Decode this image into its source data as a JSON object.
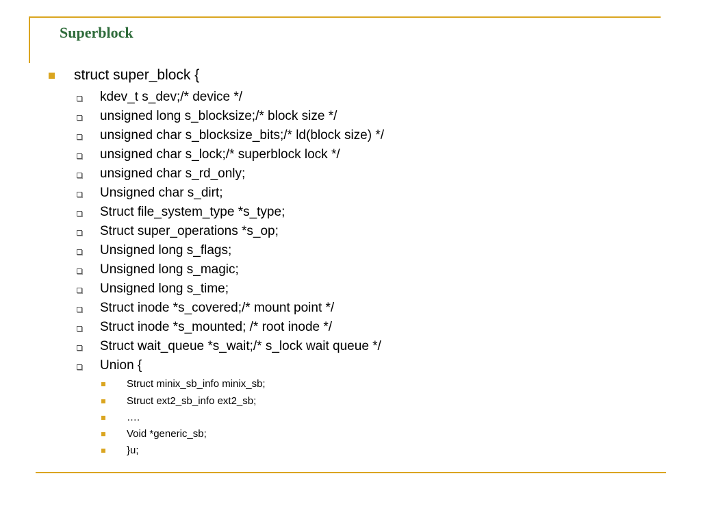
{
  "slide": {
    "title": "Superblock",
    "accent_color": "#DAA520",
    "title_color": "#2E6B3A",
    "items": [
      {
        "level": 1,
        "text": "struct super_block {"
      },
      {
        "level": 2,
        "text": "kdev_t s_dev;/* device */"
      },
      {
        "level": 2,
        "text": "unsigned long s_blocksize;/* block size */"
      },
      {
        "level": 2,
        "text": "unsigned char s_blocksize_bits;/* ld(block size) */"
      },
      {
        "level": 2,
        "text": "unsigned char s_lock;/* superblock lock */"
      },
      {
        "level": 2,
        "text": "unsigned char s_rd_only;"
      },
      {
        "level": 2,
        "text": "Unsigned char s_dirt;"
      },
      {
        "level": 2,
        "text": "Struct file_system_type *s_type;"
      },
      {
        "level": 2,
        "text": "Struct super_operations *s_op;"
      },
      {
        "level": 2,
        "text": "Unsigned long s_flags;"
      },
      {
        "level": 2,
        "text": "Unsigned long s_magic;"
      },
      {
        "level": 2,
        "text": "Unsigned long s_time;"
      },
      {
        "level": 2,
        "text": "Struct inode *s_covered;/* mount point */"
      },
      {
        "level": 2,
        "text": "Struct inode *s_mounted; /* root inode */"
      },
      {
        "level": 2,
        "text": "Struct wait_queue *s_wait;/* s_lock wait queue */"
      },
      {
        "level": 2,
        "text": "Union {"
      },
      {
        "level": 3,
        "text": "Struct minix_sb_info minix_sb;"
      },
      {
        "level": 3,
        "text": "Struct ext2_sb_info ext2_sb;"
      },
      {
        "level": 3,
        "text": "…."
      },
      {
        "level": 3,
        "text": "Void *generic_sb;"
      },
      {
        "level": 3,
        "text": "}u;"
      }
    ]
  }
}
